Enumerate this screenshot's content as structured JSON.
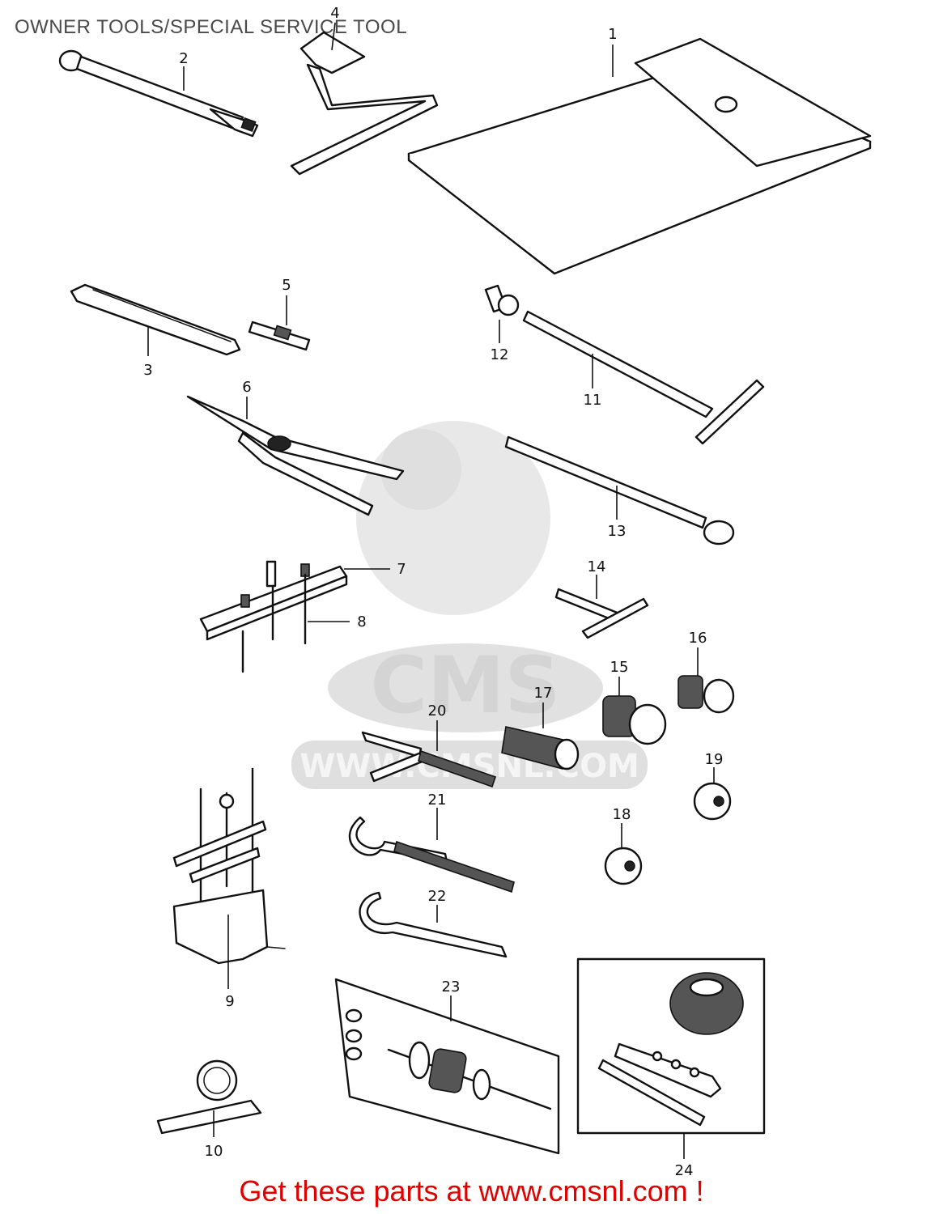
{
  "title": "OWNER TOOLS/SPECIAL SERVICE TOOL",
  "footer": "Get these parts at www.cmsnl.com !",
  "watermark": {
    "brand": "CMS",
    "url": "WWW.CMSNL.COM"
  },
  "callouts": {
    "c1": "1",
    "c2": "2",
    "c3": "3",
    "c4": "4",
    "c5": "5",
    "c6": "6",
    "c7": "7",
    "c8": "8",
    "c9": "9",
    "c10": "10",
    "c11": "11",
    "c12": "12",
    "c13": "13",
    "c14": "14",
    "c15": "15",
    "c16": "16",
    "c17": "17",
    "c18": "18",
    "c19": "19",
    "c20": "20",
    "c21": "21",
    "c22": "22",
    "c23": "23",
    "c24": "24"
  },
  "colors": {
    "footer": "#e00000",
    "title": "#4a4a4a",
    "watermark": "#d9d9d9",
    "line": "#111111"
  }
}
